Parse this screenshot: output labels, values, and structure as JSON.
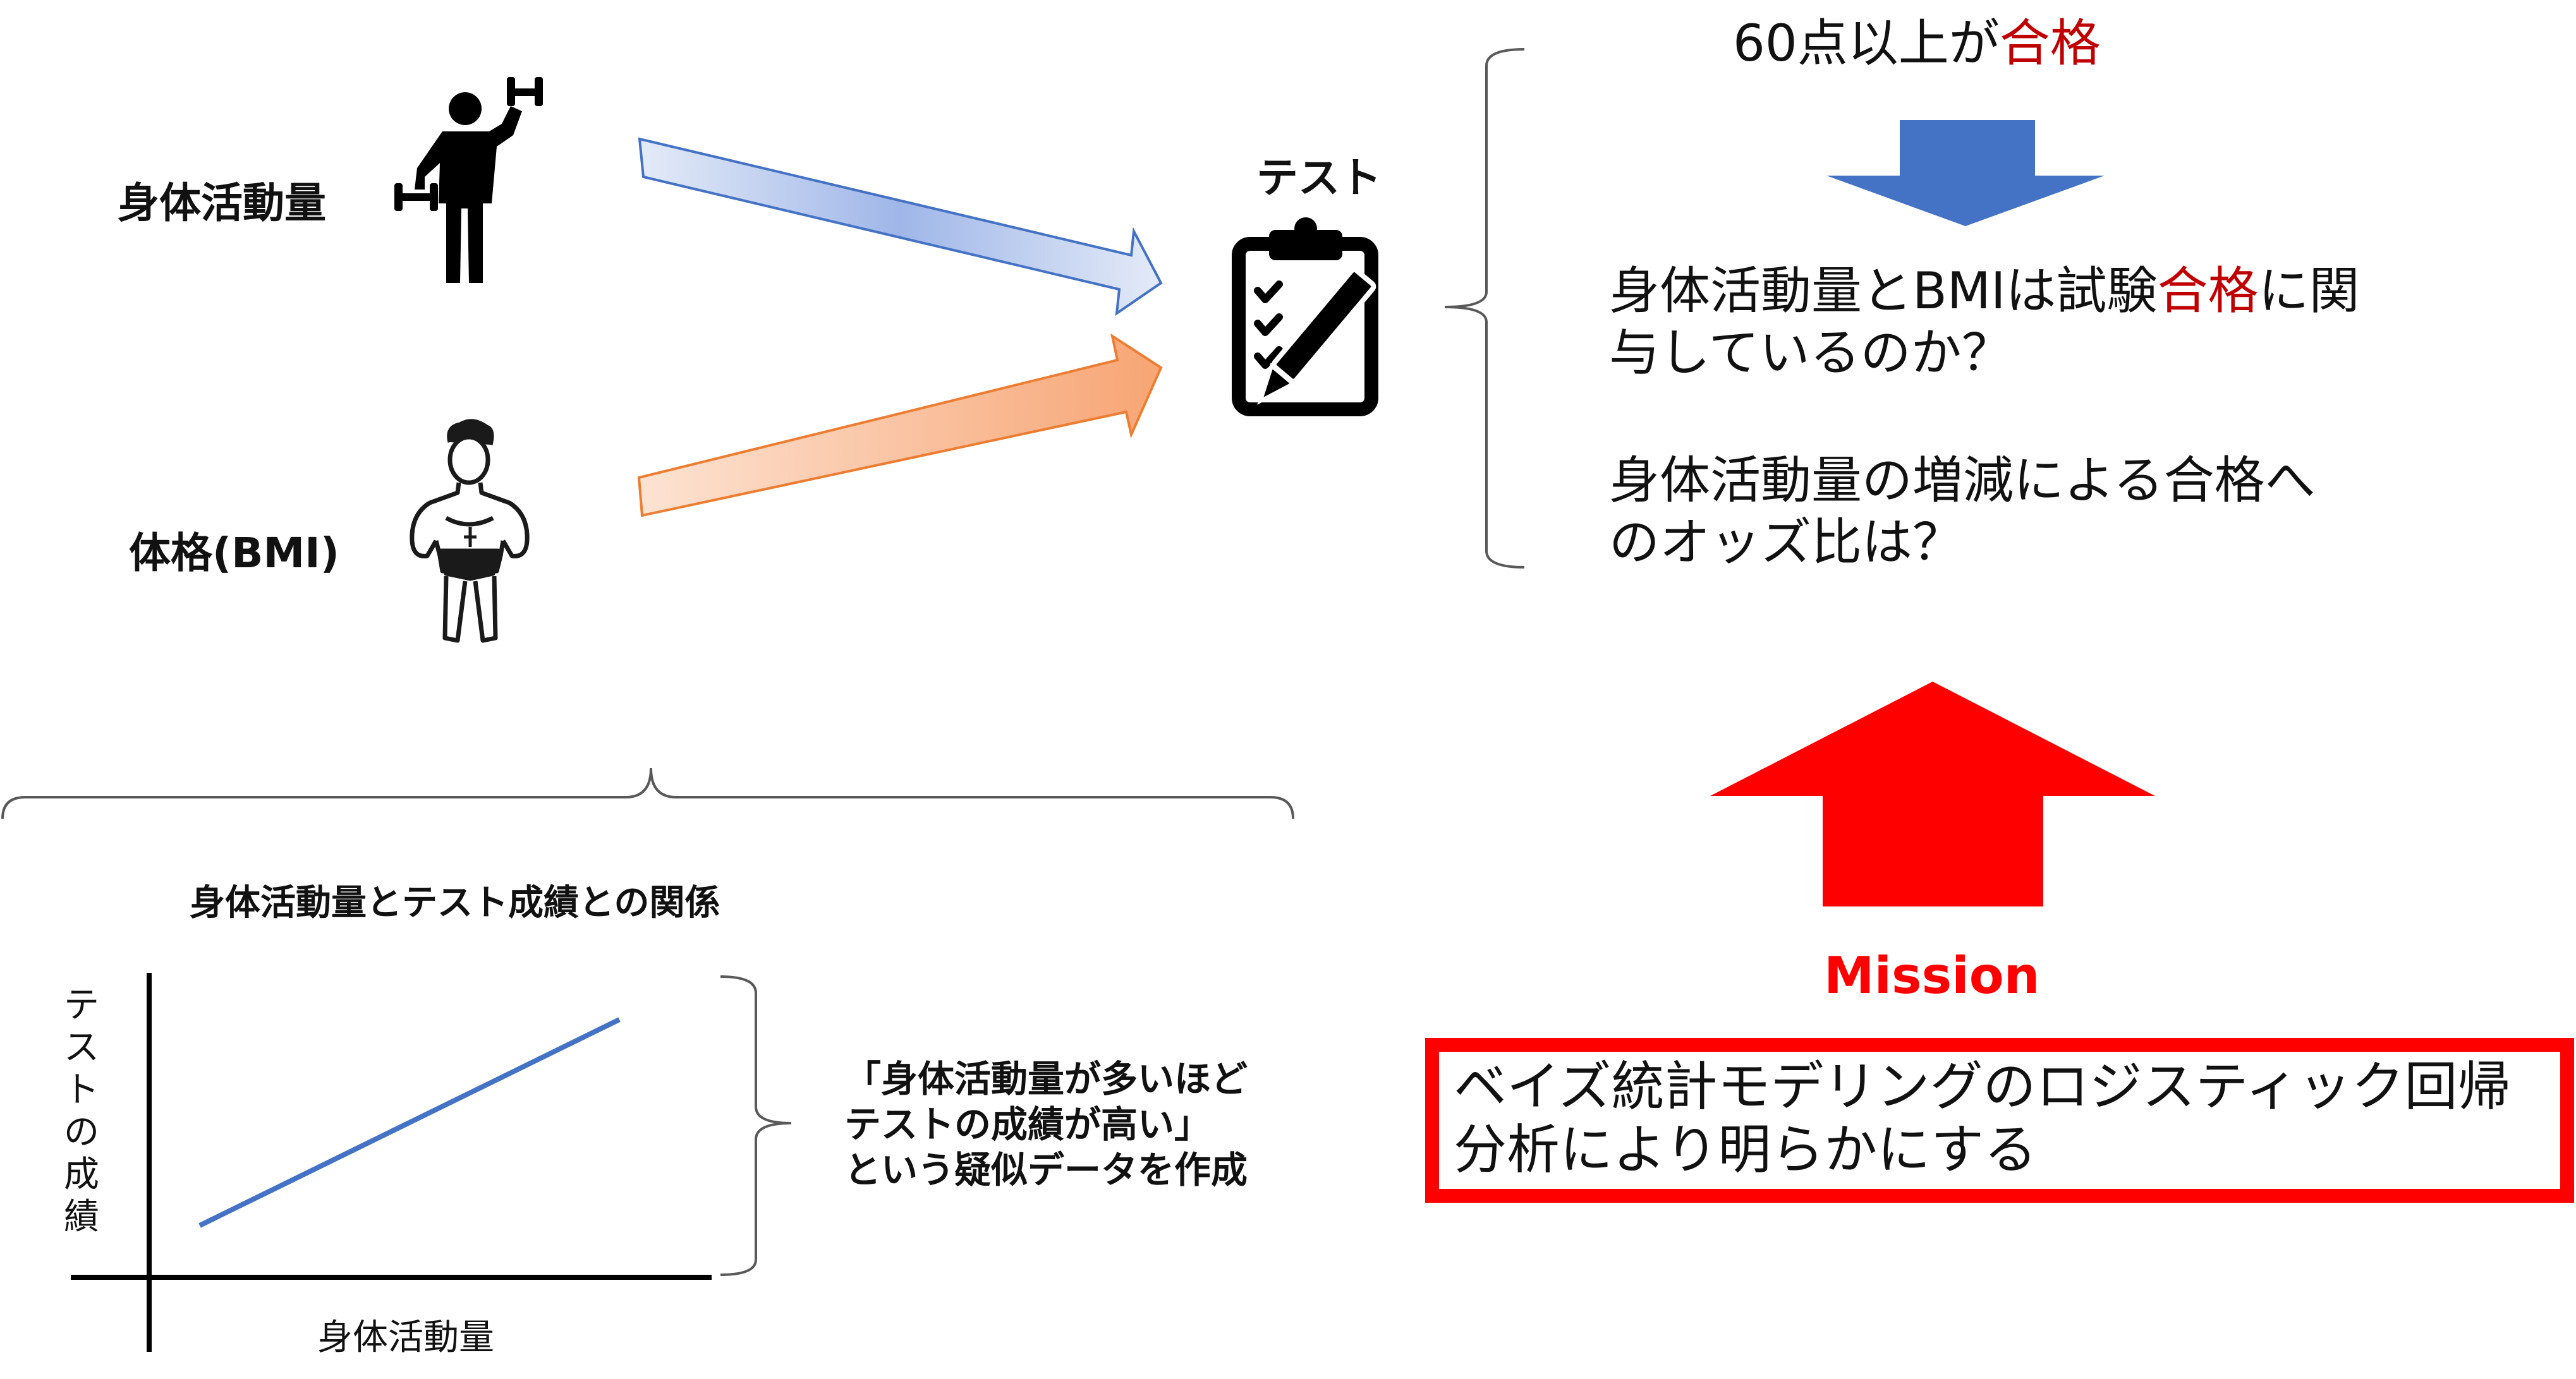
{
  "factors": {
    "activity_label": "身体活動量",
    "physique_label": "体格(BMI)"
  },
  "test_label": "テスト",
  "criterion": {
    "prefix": "60点以上が",
    "highlight": "合格"
  },
  "questions": {
    "q1_part1": "身体活動量とBMIは試験",
    "q1_highlight": "合格",
    "q1_part2": "に関",
    "q1_line2": "与しているのか？",
    "q2_line1": "身体活動量の増減による合格へ",
    "q2_line2": "のオッズ比は？"
  },
  "mission": {
    "label": "Mission",
    "line1": "ベイズ統計モデリングのロジスティック回帰",
    "line2": "分析により明らかにする"
  },
  "relation": {
    "title": "身体活動量とテスト成績との関係",
    "y_label_chars": [
      "テ",
      "ス",
      "ト",
      "の",
      "成",
      "績"
    ],
    "x_label": "身体活動量",
    "note_line1": "「身体活動量が多いほど",
    "note_line2": "テストの成績が高い」",
    "note_line3": "という疑似データを作成"
  },
  "colors": {
    "blue_arrow": "#4472c4",
    "orange_arrow": "#ed7d31",
    "red": "#ff0000",
    "text_red": "#c00000",
    "line": "#4472c4"
  },
  "icons": [
    "weightlifter-icon",
    "bodybuilder-icon",
    "clipboard-checklist-icon"
  ]
}
